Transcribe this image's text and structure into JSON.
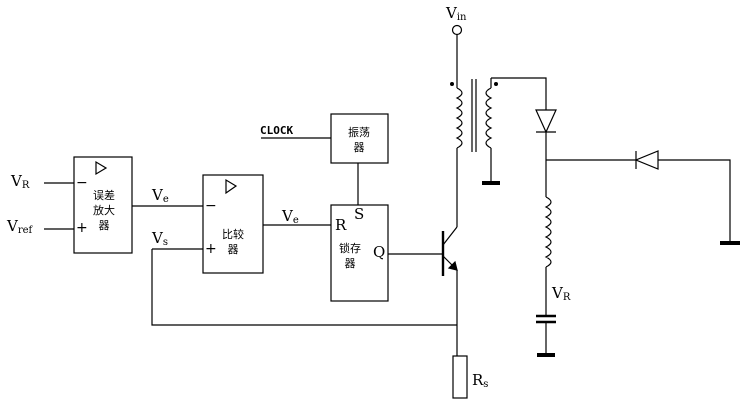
{
  "labels": {
    "vr_input_main": "V",
    "vr_input_sub": "R",
    "vref_input_main": "V",
    "vref_input_sub": "ref",
    "minus": "−",
    "plus": "+",
    "error_amp": [
      "误差",
      "放大",
      "器"
    ],
    "ve_main": "V",
    "ve_sub": "e",
    "vs_main": "V",
    "vs_sub": "s",
    "comparator": [
      "比较",
      "器"
    ],
    "clock": "CLOCK",
    "oscillator": [
      "振荡",
      "器"
    ],
    "latch_r": "R",
    "latch_s": "S",
    "latch_q": "Q",
    "latch": [
      "锁存",
      "器"
    ],
    "vin_main": "V",
    "vin_sub": "in",
    "vr_out_main": "V",
    "vr_out_sub": "R",
    "rs_main": "R",
    "rs_sub": "s"
  }
}
